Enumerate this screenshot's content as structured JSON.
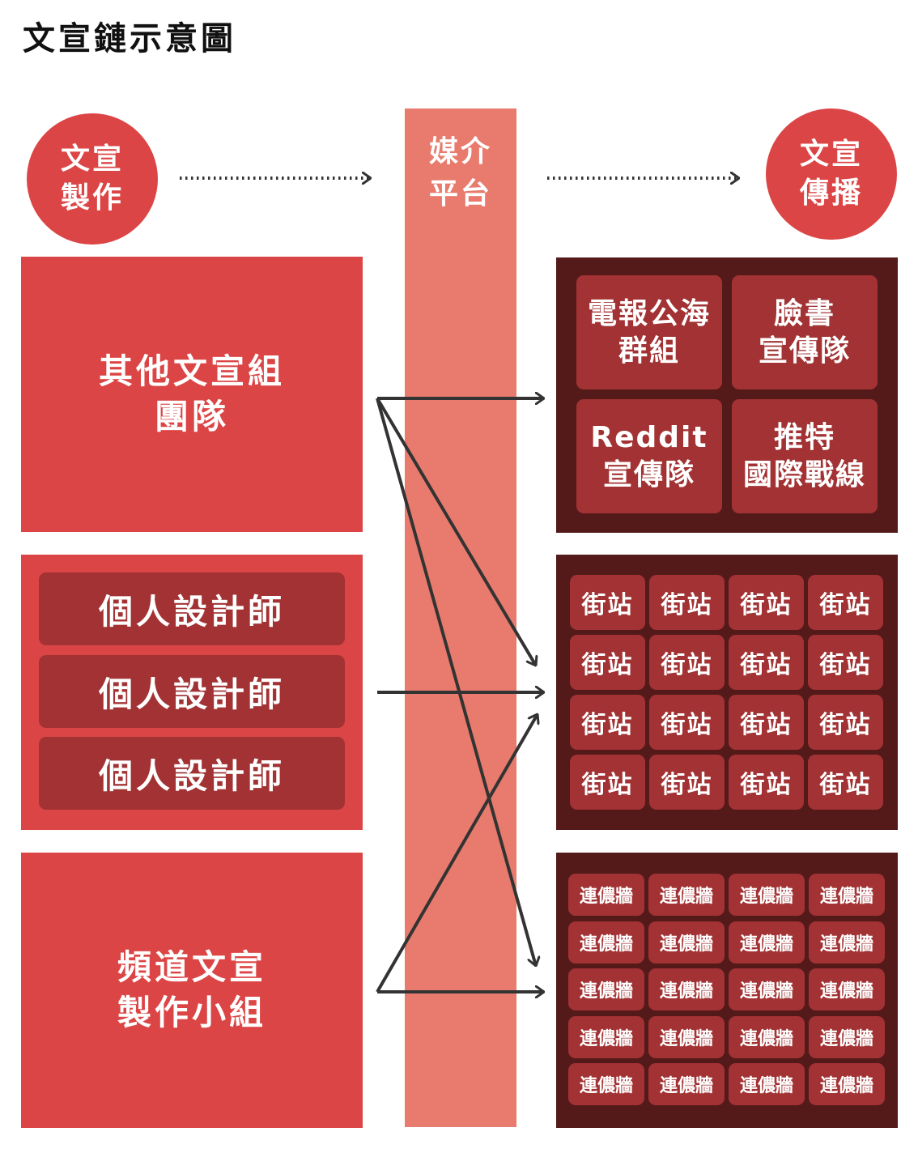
{
  "title": "文宣鏈示意圖",
  "header": {
    "production": {
      "line1": "文宣",
      "line2": "製作"
    },
    "media": {
      "line1": "媒介",
      "line2": "平台"
    },
    "propagation": {
      "line1": "文宣",
      "line2": "傳播"
    }
  },
  "sources": {
    "other_groups": {
      "line1": "其他文宣組",
      "line2": "團隊"
    },
    "designers": [
      "個人設計師",
      "個人設計師",
      "個人設計師"
    ],
    "channel_team": {
      "line1": "頻道文宣",
      "line2": "製作小組"
    }
  },
  "targets": {
    "panel1": [
      {
        "line1": "電報公海",
        "line2": "群組"
      },
      {
        "line1": "臉書",
        "line2": "宣傳隊"
      },
      {
        "line1": "Reddit",
        "line2": "宣傳隊"
      },
      {
        "line1": "推特",
        "line2": "國際戰線"
      }
    ],
    "panel2": {
      "rows": [
        [
          "街站",
          "街站",
          "街站",
          "街站"
        ],
        [
          "街站",
          "街站",
          "街站",
          "街站"
        ],
        [
          "街站",
          "街站",
          "街站",
          "街站"
        ],
        [
          "街站",
          "街站",
          "街站",
          "街站"
        ]
      ]
    },
    "panel3": {
      "rows": [
        [
          "連儂牆",
          "連儂牆",
          "連儂牆",
          "連儂牆"
        ],
        [
          "連儂牆",
          "連儂牆",
          "連儂牆",
          "連儂牆"
        ],
        [
          "連儂牆",
          "連儂牆",
          "連儂牆",
          "連儂牆"
        ],
        [
          "連儂牆",
          "連儂牆",
          "連儂牆",
          "連儂牆"
        ],
        [
          "連儂牆",
          "連儂牆",
          "連儂牆",
          "連儂牆"
        ]
      ]
    }
  },
  "colors": {
    "accent_red": "#dc4545",
    "media_band": "#e87b6d",
    "dark_panel": "#541a1a",
    "cell": "#a23233",
    "arrow": "#333333"
  }
}
